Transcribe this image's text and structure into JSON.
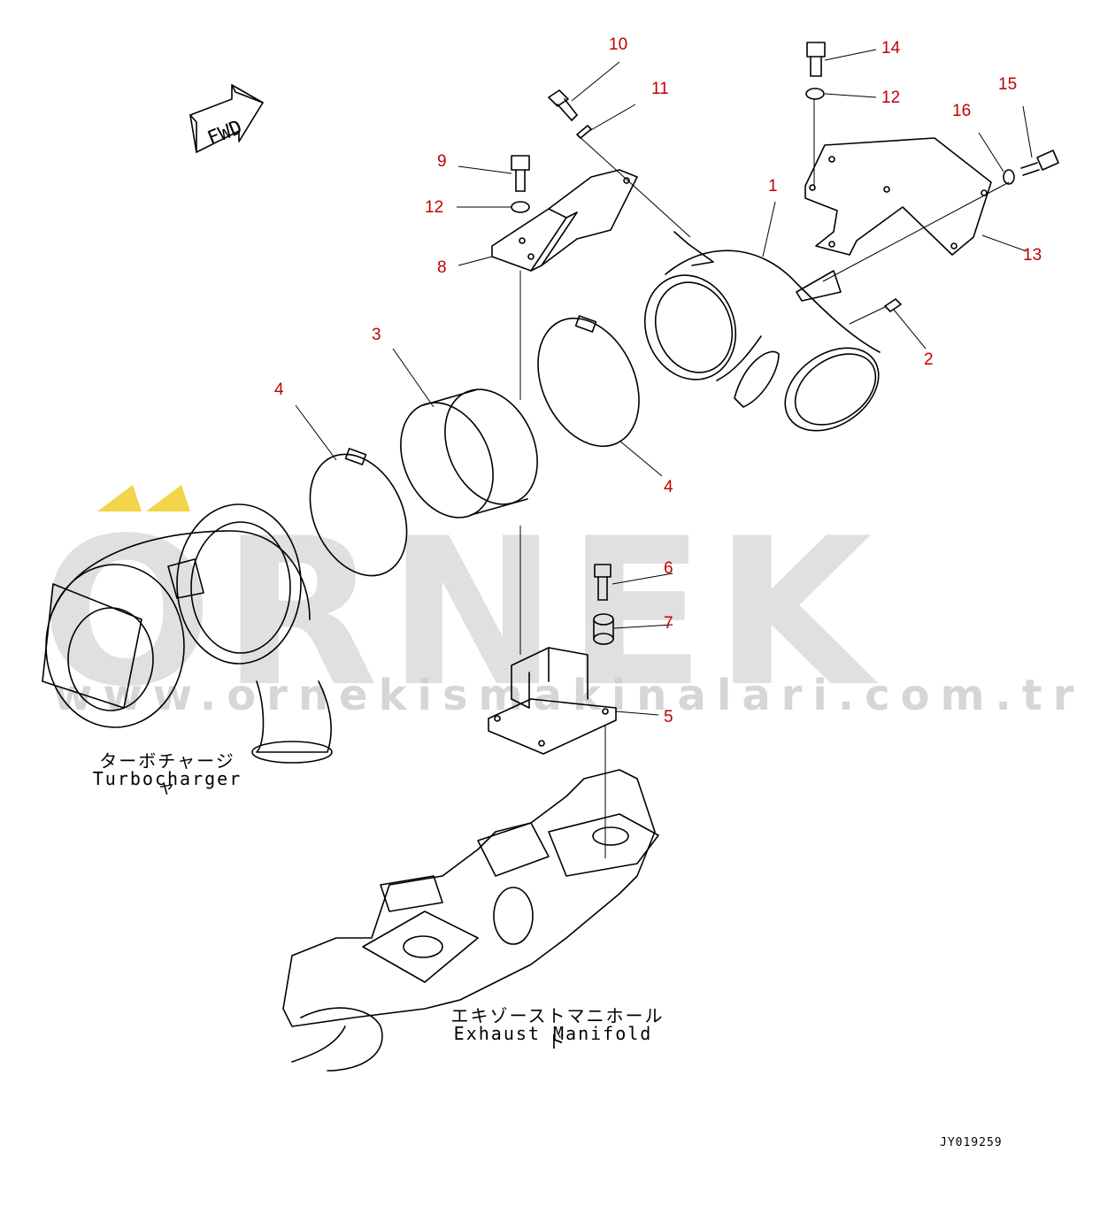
{
  "watermark": {
    "brand": "ORNEK",
    "url": "www.ornekismakinalari.com.tr",
    "accent": "#f2d54a"
  },
  "direction_arrow": {
    "label": "FWD"
  },
  "callouts": [
    {
      "id": "c1",
      "text": "1"
    },
    {
      "id": "c2",
      "text": "2"
    },
    {
      "id": "c3",
      "text": "3"
    },
    {
      "id": "c4a",
      "text": "4"
    },
    {
      "id": "c4b",
      "text": "4"
    },
    {
      "id": "c5",
      "text": "5"
    },
    {
      "id": "c6",
      "text": "6"
    },
    {
      "id": "c7",
      "text": "7"
    },
    {
      "id": "c8",
      "text": "8"
    },
    {
      "id": "c9",
      "text": "9"
    },
    {
      "id": "c10",
      "text": "10"
    },
    {
      "id": "c11",
      "text": "11"
    },
    {
      "id": "c12a",
      "text": "12"
    },
    {
      "id": "c12b",
      "text": "12"
    },
    {
      "id": "c13",
      "text": "13"
    },
    {
      "id": "c14",
      "text": "14"
    },
    {
      "id": "c15",
      "text": "15"
    },
    {
      "id": "c16",
      "text": "16"
    }
  ],
  "labels": {
    "turbocharger_jp": "ターボチャージャ",
    "turbocharger_en": "Turbocharger",
    "manifold_jp": "エキゾーストマニホールド",
    "manifold_en": "Exhaust Manifold"
  },
  "drawing_id": "JY019259",
  "colors": {
    "callout": "#c00000",
    "line": "#000000",
    "watermark": "#d9d9d9"
  }
}
